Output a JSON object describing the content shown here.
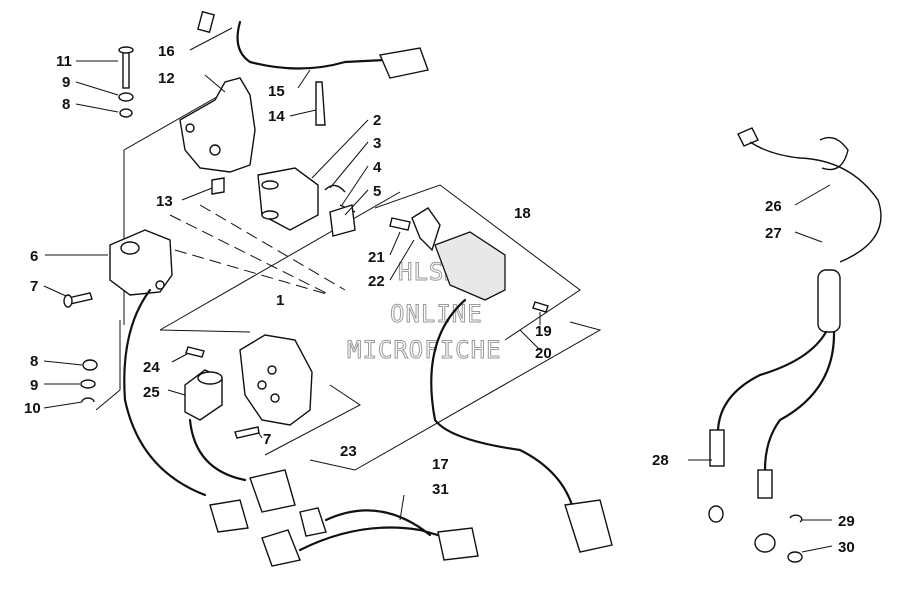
{
  "watermark": {
    "line1": "HLSMS",
    "line2": "ONLINE",
    "line3": "MICROFICHE"
  },
  "callouts": {
    "c1": "1",
    "c2": "2",
    "c3": "3",
    "c4": "4",
    "c5": "5",
    "c6": "6",
    "c7a": "7",
    "c7b": "7",
    "c8a": "8",
    "c8b": "8",
    "c9a": "9",
    "c9b": "9",
    "c10": "10",
    "c11": "11",
    "c12": "12",
    "c13": "13",
    "c14": "14",
    "c15": "15",
    "c16": "16",
    "c17": "17",
    "c18": "18",
    "c19": "19",
    "c20": "20",
    "c21": "21",
    "c22": "22",
    "c23": "23",
    "c24": "24",
    "c25": "25",
    "c26": "26",
    "c27": "27",
    "c28": "28",
    "c29": "29",
    "c30": "30",
    "c31": "31"
  }
}
